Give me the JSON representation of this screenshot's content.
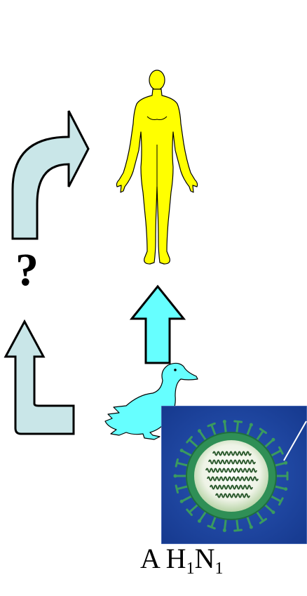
{
  "diagram": {
    "question_mark": "?",
    "label": {
      "prefix": "A H",
      "sub1": "1",
      "mid": "N",
      "sub2": "1"
    },
    "colors": {
      "human": "#ffff00",
      "duck": "#66ffff",
      "pale_arrow": "#c9e6e8",
      "cyan_arrow": "#66ffff",
      "virus_background": "#1c45a3",
      "virus_envelope": "#2f8f56",
      "virus_core": "#eef3e6"
    },
    "icons": [
      "human-figure-icon",
      "duck-icon",
      "virus-icon",
      "curved-arrow-icon",
      "up-arrow-icon"
    ]
  }
}
